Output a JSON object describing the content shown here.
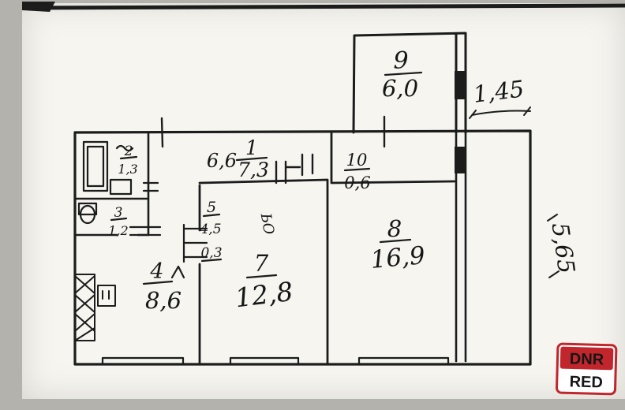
{
  "plan": {
    "rooms": [
      {
        "name": "room-9",
        "num": "9",
        "area": "6,0"
      },
      {
        "name": "room-1",
        "num": "1",
        "area": "7,3"
      },
      {
        "name": "room-10",
        "num": "10",
        "area": "0,6"
      },
      {
        "name": "room-8",
        "num": "8",
        "area": "16,9"
      },
      {
        "name": "room-7",
        "num": "7",
        "area": "12,8"
      },
      {
        "name": "room-4",
        "num": "4",
        "area": "8,6"
      },
      {
        "name": "room-5",
        "num": "5",
        "area": "4,5"
      },
      {
        "name": "room-2",
        "num": "2",
        "area": "1,3"
      },
      {
        "name": "room-3",
        "num": "3",
        "area": "1,2"
      }
    ],
    "extra_labels": {
      "hall_width": "6,6",
      "closet": "0,3",
      "scribble": "ЬО"
    },
    "dimensions": {
      "top_right": "1,45",
      "right_side": "5,65"
    }
  },
  "watermark": {
    "line1": "DNR",
    "line2": "RED",
    "color": "#c0262b"
  },
  "colors": {
    "ink": "#1c1c1c",
    "paper": "#f6f5f0",
    "background": "#b3b2ac"
  }
}
